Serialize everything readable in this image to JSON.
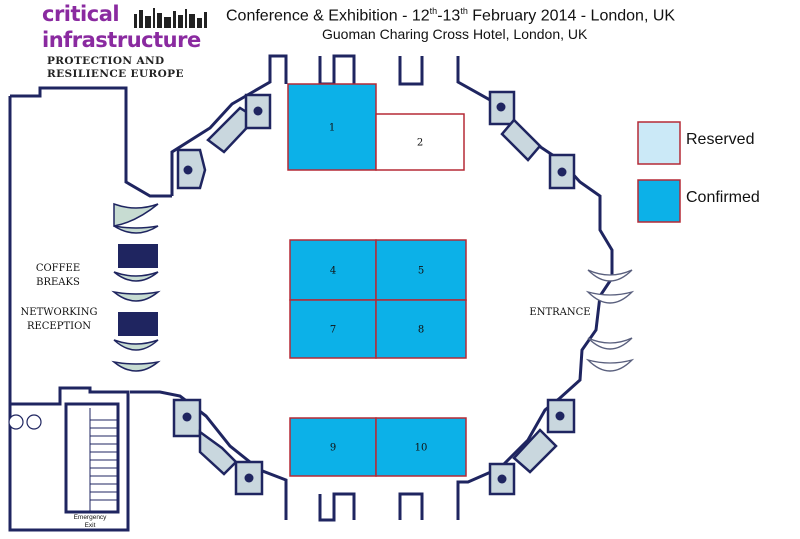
{
  "header": {
    "title_prefix": "Conference & Exhibition  -  12",
    "title_sup1": "th",
    "title_mid": "-13",
    "title_sup2": "th",
    "title_suffix": " February 2014  -  London, UK",
    "venue": "Guoman Charing Cross Hotel, London, UK"
  },
  "logo": {
    "line1": "critical",
    "line2": "infrastructure",
    "line3": "PROTECTION AND",
    "line4": "RESILIENCE EUROPE",
    "color": "#8a2aa0"
  },
  "rooms": {
    "coffee": "COFFEE\nBREAKS",
    "networking": "NETWORKING\nRECEPTION",
    "entrance": "ENTRANCE",
    "emergency_exit": "Emergency\nExit"
  },
  "legend": {
    "reserved_label": "Reserved",
    "confirmed_label": "Confirmed",
    "reserved_color": "#cbe9f7",
    "confirmed_color": "#0cb1e8"
  },
  "stands": [
    {
      "number": "1",
      "status": "confirmed"
    },
    {
      "number": "2",
      "status": "available"
    },
    {
      "number": "4",
      "status": "confirmed"
    },
    {
      "number": "5",
      "status": "confirmed"
    },
    {
      "number": "7",
      "status": "confirmed"
    },
    {
      "number": "8",
      "status": "confirmed"
    },
    {
      "number": "9",
      "status": "confirmed"
    },
    {
      "number": "10",
      "status": "confirmed"
    }
  ],
  "colors": {
    "wall": "#1f2560",
    "stand_border": "#b52a36",
    "door_fill": "#c7dcd2",
    "pillar": "#1f2560"
  }
}
